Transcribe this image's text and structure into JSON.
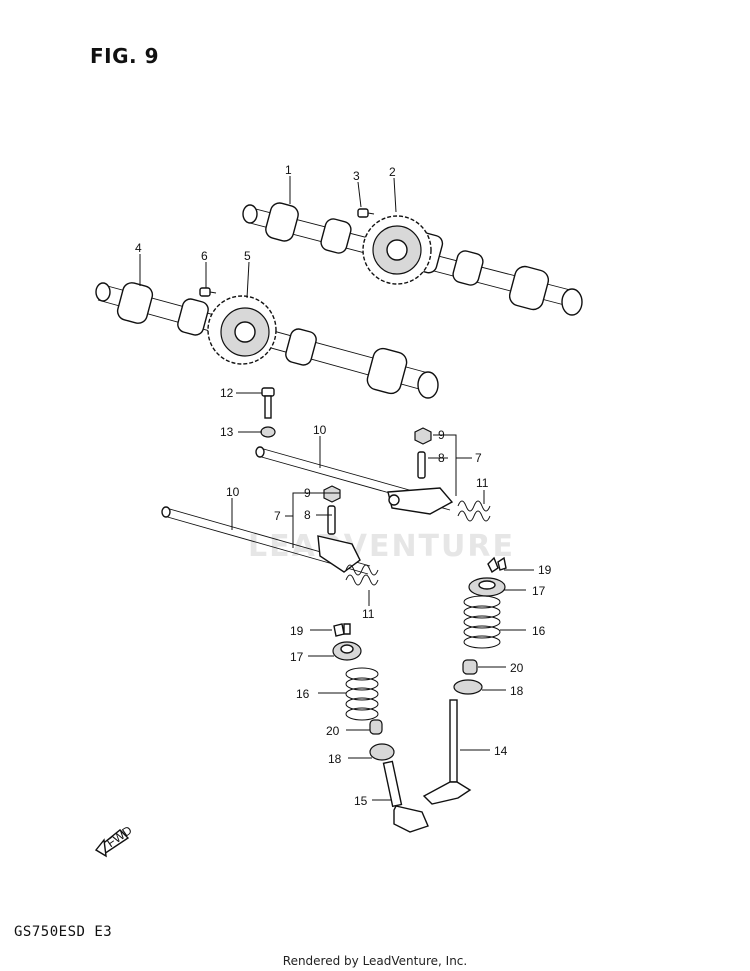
{
  "figure": {
    "title": "FIG. 9",
    "model_code": "GS750ESD E3",
    "credit": "Rendered by LeadVenture, Inc.",
    "watermark": "LEADVENTURE",
    "fwd_label": "FWD"
  },
  "callouts": [
    {
      "id": "c1",
      "text": "1"
    },
    {
      "id": "c2",
      "text": "2"
    },
    {
      "id": "c3",
      "text": "3"
    },
    {
      "id": "c4",
      "text": "4"
    },
    {
      "id": "c5",
      "text": "5"
    },
    {
      "id": "c6",
      "text": "6"
    },
    {
      "id": "c12",
      "text": "12"
    },
    {
      "id": "c13",
      "text": "13"
    },
    {
      "id": "c10a",
      "text": "10"
    },
    {
      "id": "c9a",
      "text": "9"
    },
    {
      "id": "c8a",
      "text": "8"
    },
    {
      "id": "c7a",
      "text": "7"
    },
    {
      "id": "c11a",
      "text": "11"
    },
    {
      "id": "c10b",
      "text": "10"
    },
    {
      "id": "c9b",
      "text": "9"
    },
    {
      "id": "c8b",
      "text": "8"
    },
    {
      "id": "c7b",
      "text": "7"
    },
    {
      "id": "c11b",
      "text": "11"
    },
    {
      "id": "c19a",
      "text": "19"
    },
    {
      "id": "c17a",
      "text": "17"
    },
    {
      "id": "c16a",
      "text": "16"
    },
    {
      "id": "c20a",
      "text": "20"
    },
    {
      "id": "c18a",
      "text": "18"
    },
    {
      "id": "c14",
      "text": "14"
    },
    {
      "id": "c19b",
      "text": "19"
    },
    {
      "id": "c17b",
      "text": "17"
    },
    {
      "id": "c16b",
      "text": "16"
    },
    {
      "id": "c20b",
      "text": "20"
    },
    {
      "id": "c18b",
      "text": "18"
    },
    {
      "id": "c15",
      "text": "15"
    }
  ]
}
